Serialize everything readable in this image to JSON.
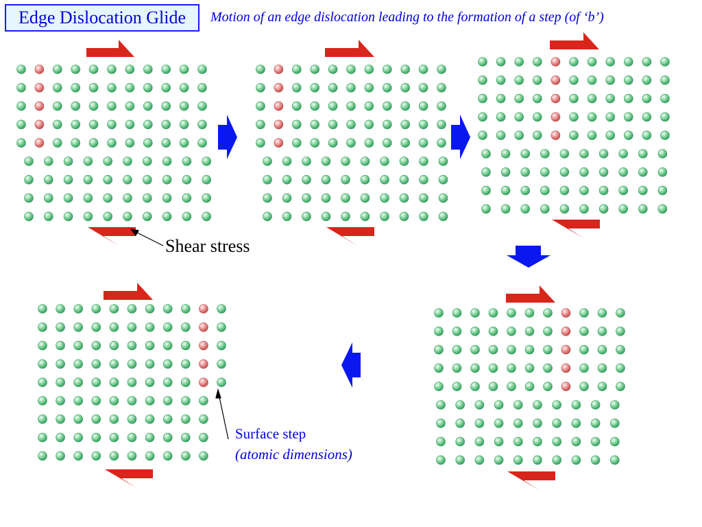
{
  "title": "Edge Dislocation Glide",
  "subtitle": "Motion of an edge dislocation leading to the formation of a step (of ‘b’)",
  "labels": {
    "shear_stress": "Shear stress",
    "surface_step": "Surface step",
    "surface_step_sub": "(atomic dimensions)"
  },
  "colors": {
    "atom_normal": "#6fc98a",
    "atom_highlight": "#e38a8a",
    "stress_arrow": "#d8261c",
    "flow_arrow": "#0a18f0",
    "title_text": "#0000dd"
  },
  "stages": [
    {
      "name": "initial",
      "highlighted_column": 2,
      "rows": 9
    },
    {
      "name": "dislocation-enters",
      "highlighted_column": 2,
      "rows": 9
    },
    {
      "name": "dislocation-midway",
      "highlighted_column": 5,
      "rows": 9
    },
    {
      "name": "dislocation-near-edge",
      "highlighted_column": 8,
      "rows": 9
    },
    {
      "name": "surface-step",
      "highlighted_column": 10,
      "rows": 9
    }
  ]
}
